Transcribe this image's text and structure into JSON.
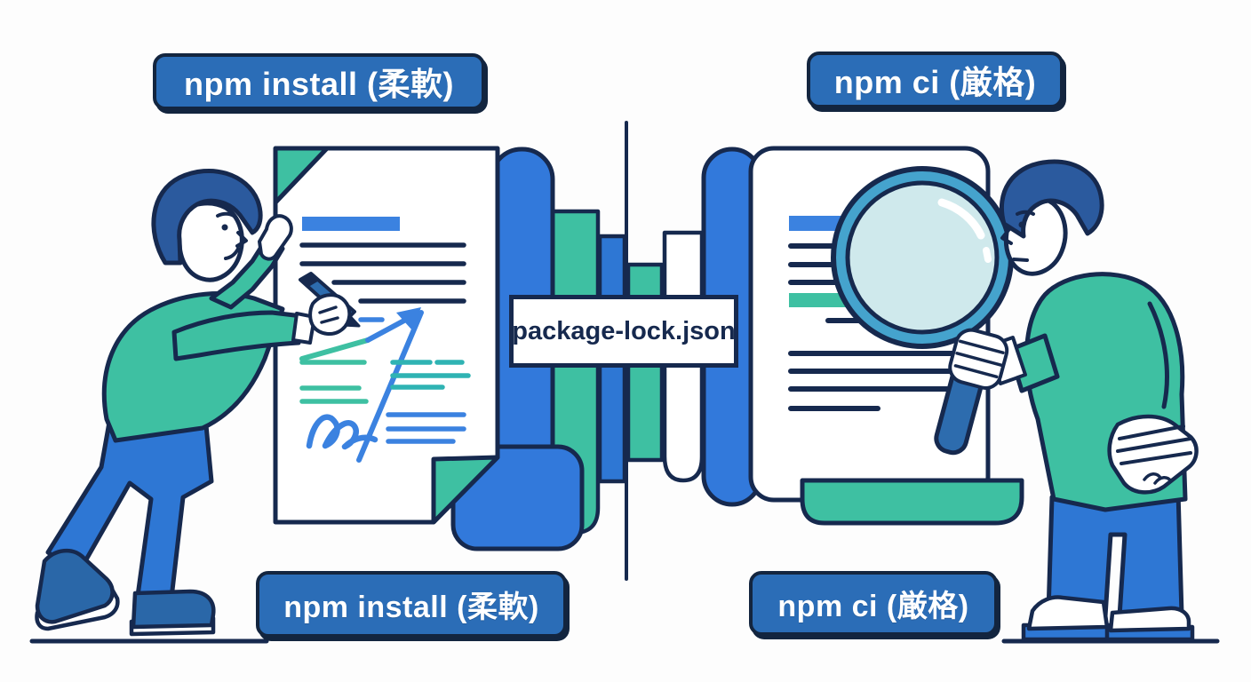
{
  "labels": {
    "top_left": "npm install (柔軟)",
    "top_right": "npm ci (厳格)",
    "bottom_left": "npm install (柔軟)",
    "bottom_right": "npm ci (厳格)",
    "center": "package-lock.json"
  },
  "scene": {
    "left_side_meaning": "npm install (柔軟)",
    "right_side_meaning": "npm ci (厳格)",
    "center_file": "package-lock.json"
  },
  "colors": {
    "background": "#fdfdfd",
    "outline_navy": "#16294e",
    "label_blue": "#2b6db7",
    "label_border": "#13253f",
    "teal": "#3ec0a2",
    "figure_blue": "#2e77d4",
    "doc_scroll_blue": "#3279db",
    "doc_line_blue": "#3b82e0",
    "doc_line_teal": "#2fb3b3",
    "hair_blue": "#2b5a9e",
    "shoe_blue": "#2a67a8",
    "magnifier_rim": "#45a3cd",
    "magnifier_lens": "#cfe9ec",
    "magnifier_handle": "#2d6cae"
  }
}
